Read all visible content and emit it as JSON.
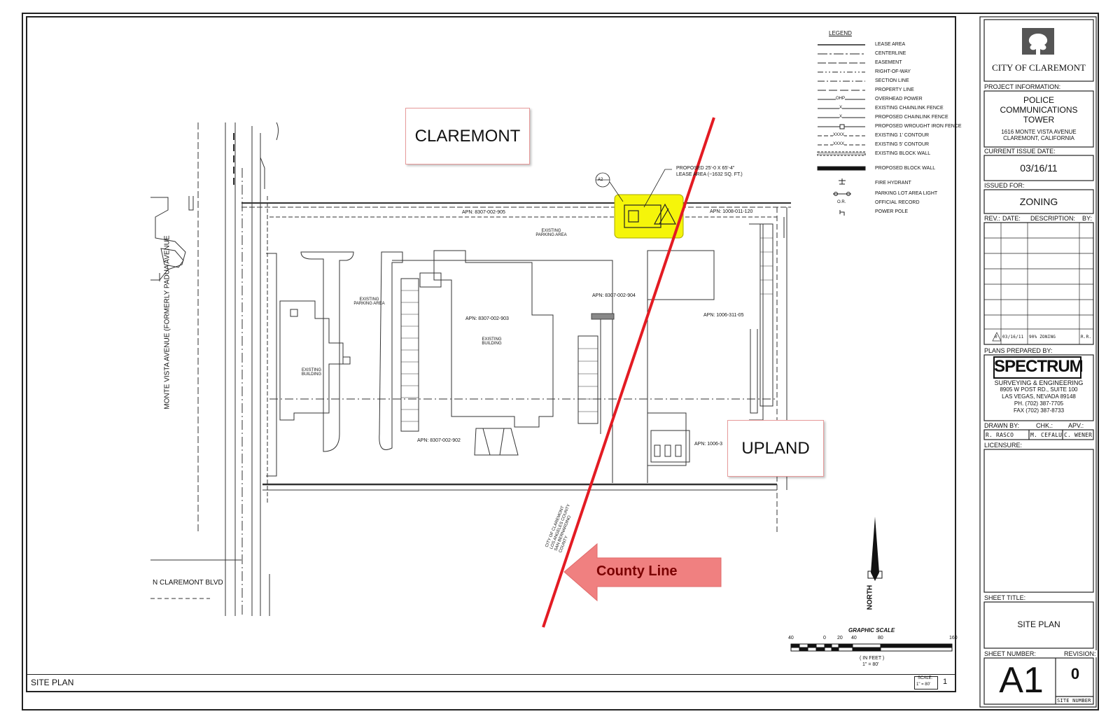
{
  "titleblock": {
    "city": "CITY OF CLAREMONT",
    "project_information_label": "PROJECT INFORMATION:",
    "project_name_lines": [
      "POLICE",
      "COMMUNICATIONS",
      "TOWER"
    ],
    "address_lines": [
      "1616 MONTE VISTA AVENUE",
      "CLAREMONT, CALIFORNIA"
    ],
    "current_issue_date_label": "CURRENT ISSUE DATE:",
    "current_issue_date": "03/16/11",
    "issued_for_label": "ISSUED FOR:",
    "issued_for": "ZONING",
    "rev_headers": [
      "REV.:",
      "DATE:",
      "DESCRIPTION:",
      "BY:"
    ],
    "revision_row": {
      "rev": "0",
      "date": "03/16/11",
      "description": "90% ZONING",
      "by": "R.R."
    },
    "plans_prepared_by_label": "PLANS PREPARED BY:",
    "firm_name": "SPECTRUM",
    "firm_lines": [
      "SURVEYING & ENGINEERING",
      "8905 W POST RD., SUITE 100",
      "LAS VEGAS, NEVADA 89148",
      "PH. (702) 387-7705",
      "FAX (702) 387-8733"
    ],
    "drawn_by_label": "DRAWN BY:",
    "chk_label": "CHK.:",
    "apv_label": "APV.:",
    "drawn_by": "R. RASCO",
    "chk": "M. CEFALU",
    "apv": "C. WENER",
    "licensure_label": "LICENSURE:",
    "sheet_title_label": "SHEET TITLE:",
    "sheet_title": "SITE PLAN",
    "sheet_number_label": "SHEET NUMBER:",
    "revision_label": "REVISION:",
    "sheet_number": "A1",
    "revision": "0",
    "site_number_label": "SITE NUMBER"
  },
  "legend": {
    "title": "LEGEND",
    "items": [
      "LEASE AREA",
      "CENTERLINE",
      "EASEMENT",
      "RIGHT-OF-WAY",
      "SECTION LINE",
      "PROPERTY LINE",
      "OVERHEAD POWER",
      "EXISTING CHAINLINK FENCE",
      "PROPOSED CHAINLINK FENCE",
      "PROPOSED WROUGHT IRON FENCE",
      "EXISTING 1' CONTOUR",
      "EXISTING 5' CONTOUR",
      "EXISTING BLOCK WALL",
      "PROPOSED BLOCK WALL",
      "FIRE HYDRANT",
      "PARKING LOT AREA LIGHT",
      "OFFICIAL RECORD",
      "POWER POLE"
    ],
    "symbols": [
      "OHP",
      "X",
      "X",
      "XXXX",
      "XXXX",
      "O.R."
    ]
  },
  "plan": {
    "street_vertical": "MONTE VISTA AVENUE (FORMERLY PADUA AVENUE",
    "street_bottom": "N CLAREMONT BLVD",
    "apns": [
      "APN: 8307-002-905",
      "APN: 1008-011-120",
      "APN: 8307-002-904",
      "APN: 8307-002-903",
      "APN: 1006-311-05",
      "APN: 8307-002-902",
      "APN: 1006-3"
    ],
    "existing_parking": "EXISTING PARKING AREA",
    "existing_building": "EXISTING BUILDING",
    "lease_note_lines": [
      "PROPOSED 25'-0 X 65'-4\"",
      "LEASE AREA (~1632 SQ. FT.)"
    ],
    "detail_tag": "A2",
    "county_text": [
      "CITY OF CLAREMONT",
      "LOS ANGELES COUNTY",
      "SAN BERNARDINO",
      "COUNTY"
    ],
    "north": "NORTH",
    "graphic_scale": "GRAPHIC SCALE",
    "scale_ticks": [
      "40",
      "0",
      "20",
      "40",
      "80",
      "160"
    ],
    "scale_units": "( IN FEET )",
    "scale_ratio": "1\" = 80'"
  },
  "annotations": {
    "claremont": "CLAREMONT",
    "upland": "UPLAND",
    "county_line": "County Line"
  },
  "footer": {
    "title": "SITE PLAN",
    "scale_label": "SCALE:",
    "scale_value": "1\" = 80'",
    "page": "1"
  },
  "colors": {
    "county_line_red": "#e31b23",
    "arrow_fill": "#f08080",
    "lease_highlight": "#f5f50a"
  }
}
